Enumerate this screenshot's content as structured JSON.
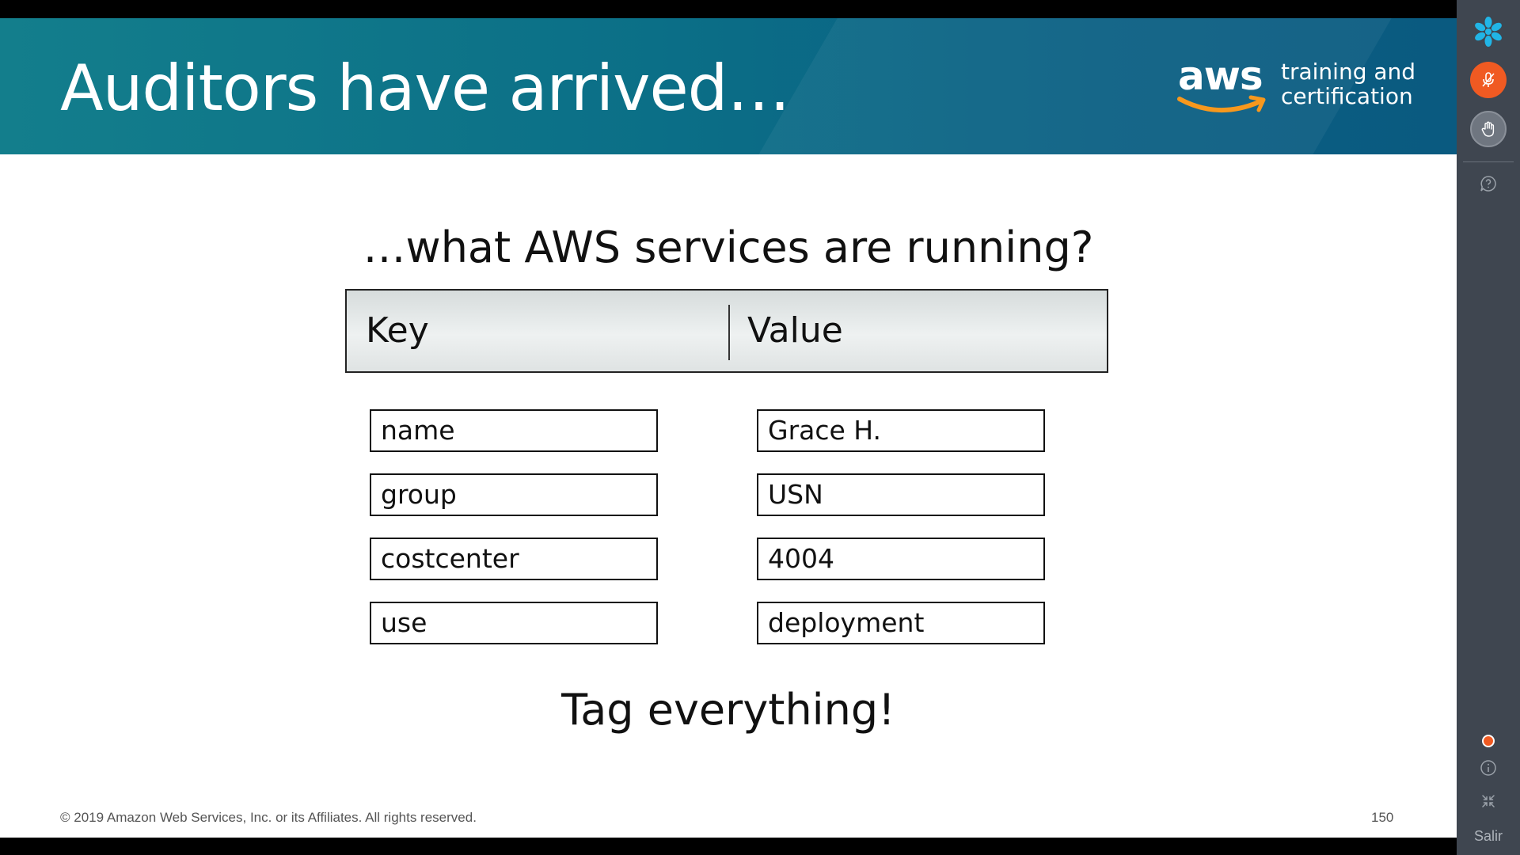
{
  "slide": {
    "title": "Auditors have arrived…",
    "subtitle": "…what AWS services are running?",
    "brand": {
      "wordmark": "aws",
      "tagline_line1": "training and",
      "tagline_line2": "certification"
    },
    "table": {
      "key_header": "Key",
      "value_header": "Value",
      "rows": [
        {
          "key": "name",
          "value": "Grace H."
        },
        {
          "key": "group",
          "value": "USN"
        },
        {
          "key": "costcenter",
          "value": "4004"
        },
        {
          "key": "use",
          "value": "deployment"
        }
      ]
    },
    "closing": "Tag everything!",
    "copyright": "© 2019 Amazon Web Services, Inc. or its Affiliates. All rights reserved.",
    "page_number": "150"
  },
  "toolbar": {
    "exit_label": "Salir",
    "icons": [
      "app-logo-icon",
      "microphone-muted-icon",
      "raise-hand-icon",
      "help-icon",
      "recording-indicator-icon",
      "info-icon",
      "collapse-icon"
    ]
  },
  "colors": {
    "header_teal": "#137e8c",
    "header_blue": "#0a5a80",
    "aws_orange": "#f7981d",
    "mic_orange": "#f05a22",
    "toolbar_bg": "#3f4650",
    "logo_cyan": "#21b5e6"
  }
}
